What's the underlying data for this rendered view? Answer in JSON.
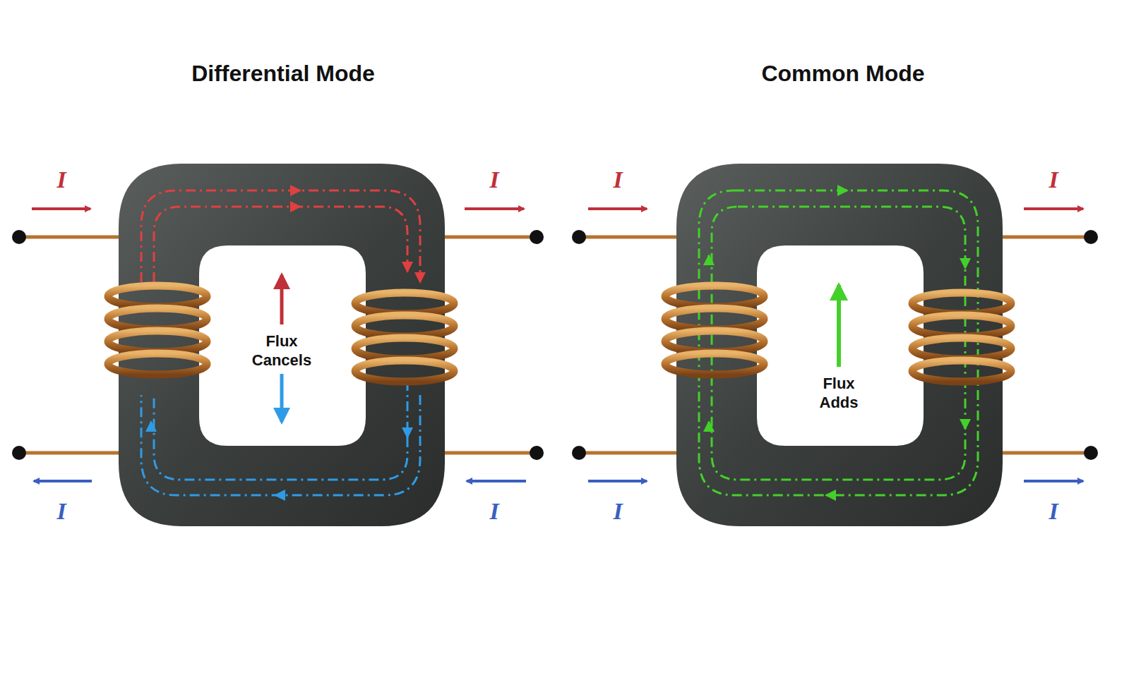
{
  "diagram": {
    "labels": [
      "Differential Mode",
      "Common Mode",
      "I",
      "I",
      "I",
      "I",
      "Flux Cancels",
      "Flux Adds",
      "I",
      "I",
      "I",
      "I"
    ]
  }
}
